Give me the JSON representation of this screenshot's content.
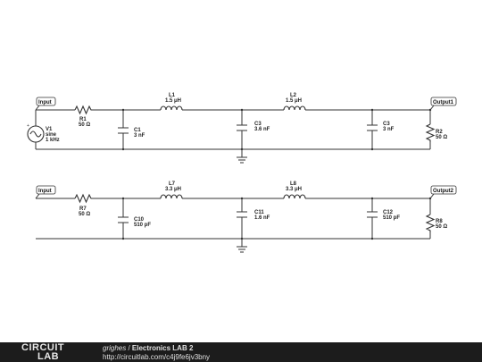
{
  "circuit1": {
    "port_in": "Input",
    "port_out": "Output1",
    "source": {
      "name": "V1",
      "type": "sine",
      "freq": "1 kHz"
    },
    "R1": {
      "name": "R1",
      "value": "50 Ω"
    },
    "C1": {
      "name": "C1",
      "value": "3 nF"
    },
    "L1": {
      "name": "L1",
      "value": "1.5 μH"
    },
    "C3a": {
      "name": "C3",
      "value": "3.6 nF"
    },
    "L2": {
      "name": "L2",
      "value": "1.5 μH"
    },
    "C3b": {
      "name": "C3",
      "value": "3 nF"
    },
    "R2": {
      "name": "R2",
      "value": "50 Ω"
    }
  },
  "circuit2": {
    "port_in": "Input",
    "port_out": "Output2",
    "R7": {
      "name": "R7",
      "value": "50 Ω"
    },
    "C10": {
      "name": "C10",
      "value": "510 pF"
    },
    "L7": {
      "name": "L7",
      "value": "3.3 μH"
    },
    "C11": {
      "name": "C11",
      "value": "1.6 nF"
    },
    "L8": {
      "name": "L8",
      "value": "3.3 μH"
    },
    "C12": {
      "name": "C12",
      "value": "510 pF"
    },
    "R8": {
      "name": "R8",
      "value": "50 Ω"
    }
  },
  "footer": {
    "logo_top": "CIRCUIT",
    "logo_bottom": "LAB",
    "user": "grighes",
    "separator": " / ",
    "project": "Electronics LAB 2",
    "url": "http://circuitlab.com/c4j9fe6jv3bny"
  }
}
